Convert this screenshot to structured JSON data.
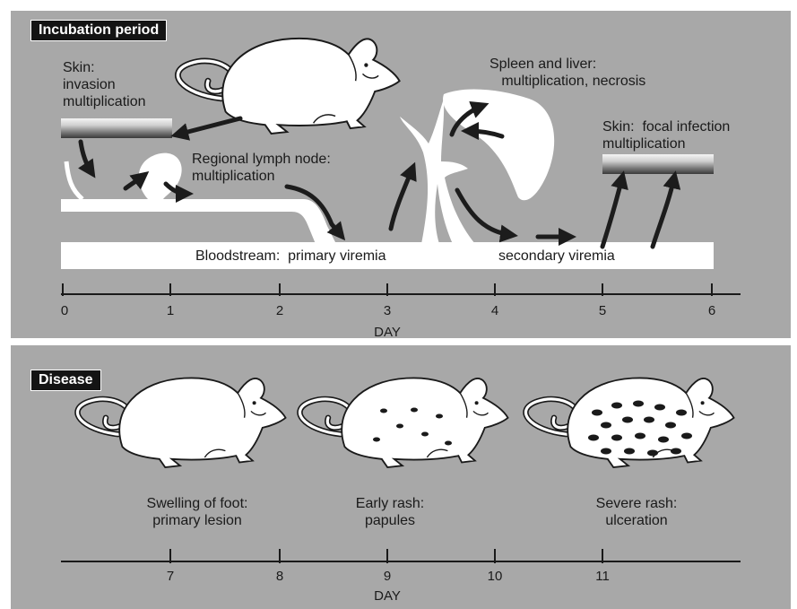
{
  "incubation": {
    "header": "Incubation period",
    "skin_invasion": "Skin:\ninvasion\nmultiplication",
    "lymph_node": "Regional lymph node:\nmultiplication",
    "spleen_liver": "Spleen and liver:\n   multiplication, necrosis",
    "skin_focal": "Skin:  focal infection\nmultiplication",
    "bloodstream_primary": "Bloodstream:  primary viremia",
    "bloodstream_secondary": "secondary viremia",
    "axis": {
      "ticks": [
        "0",
        "1",
        "2",
        "3",
        "4",
        "5",
        "6"
      ],
      "title": "DAY"
    }
  },
  "disease": {
    "header": "Disease",
    "stage1": "Swelling of foot:\nprimary lesion",
    "stage2": "Early rash:\npapules",
    "stage3": "Severe rash:\nulceration",
    "axis": {
      "ticks": [
        "7",
        "8",
        "9",
        "10",
        "11"
      ],
      "title": "DAY"
    }
  },
  "colors": {
    "panel": "#a8a8a8",
    "header_bg": "#141414",
    "arrow": "#1c1c1c",
    "white": "#ffffff"
  }
}
